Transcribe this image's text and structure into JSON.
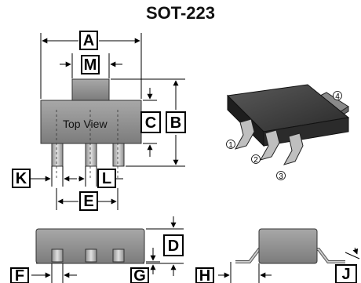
{
  "title": "SOT-223",
  "top_view_label": "Top View",
  "dimensions": {
    "A": "A",
    "M": "M",
    "C": "C",
    "B": "B",
    "K": "K",
    "L": "L",
    "E": "E",
    "D": "D",
    "F": "F",
    "G": "G",
    "H": "H",
    "J": "J"
  },
  "pins": [
    "1",
    "2",
    "3",
    "4"
  ]
}
